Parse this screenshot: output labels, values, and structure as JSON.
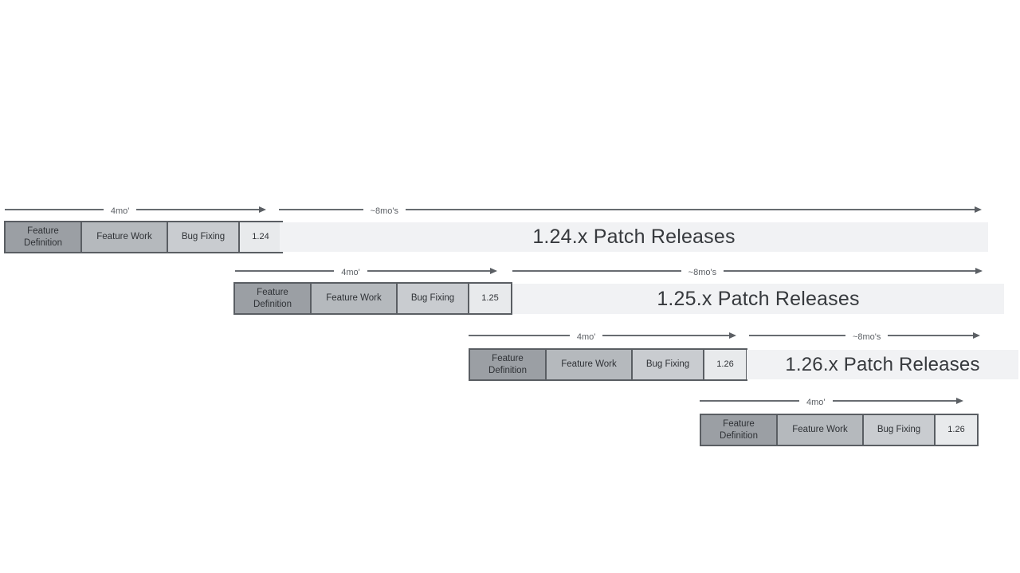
{
  "colors": {
    "phase_feature_definition": "#9b9fa4",
    "phase_feature_work": "#b5b9bd",
    "phase_bug_fixing": "#c9ccd0",
    "version_box": "#e8eaec",
    "patch_bar": "#f1f2f4",
    "strip_border": "#5a5e63",
    "arrow": "#686c71",
    "text": "#2f3236"
  },
  "rows": [
    {
      "version": "1.24",
      "phases": [
        "Feature Definition",
        "Feature Work",
        "Bug Fixing"
      ],
      "dev_duration_label": "4mo'",
      "patch_duration_label": "~8mo's",
      "patch_bar_label": "1.24.x Patch Releases"
    },
    {
      "version": "1.25",
      "phases": [
        "Feature Definition",
        "Feature Work",
        "Bug Fixing"
      ],
      "dev_duration_label": "4mo'",
      "patch_duration_label": "~8mo's",
      "patch_bar_label": "1.25.x Patch Releases"
    },
    {
      "version": "1.26",
      "phases": [
        "Feature Definition",
        "Feature Work",
        "Bug Fixing"
      ],
      "dev_duration_label": "4mo'",
      "patch_duration_label": "~8mo's",
      "patch_bar_label": "1.26.x Patch Releases"
    },
    {
      "version": "1.26",
      "phases": [
        "Feature Definition",
        "Feature Work",
        "Bug Fixing"
      ],
      "dev_duration_label": "4mo'"
    }
  ]
}
